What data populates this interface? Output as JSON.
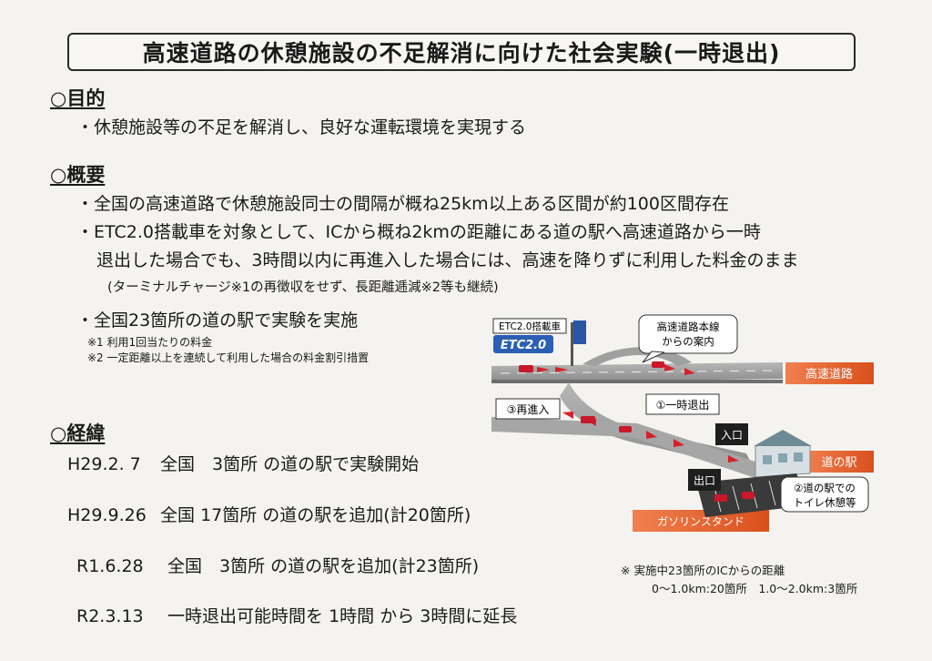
{
  "title": "高速道路の休憩施設の不足解消に向けた社会実験(一時退出)",
  "purpose": {
    "heading": "○目的",
    "bullet1": "・休憩施設等の不足を解消し、良好な運転環境を実現する"
  },
  "overview": {
    "heading": "○概要",
    "bullet1": "・全国の高速道路で休憩施設同士の間隔が概ね25km以上ある区間が約100区間存在",
    "bullet2_line1": "・ETC2.0搭載車を対象として、ICから概ね2kmの距離にある道の駅へ高速道路から一時",
    "bullet2_line2": "退出した場合でも、3時間以内に再進入した場合には、高速を降りずに利用した料金のまま",
    "bullet2_line3": "(ターミナルチャージ※1の再徴収をせず、長距離逓減※2等も継続)",
    "bullet3": "・全国23箇所の道の駅で実験を実施",
    "note1": "※1 利用1回当たりの料金",
    "note2": "※2 一定距離以上を連続して利用した場合の料金割引措置"
  },
  "history": {
    "heading": "○経緯",
    "rows": [
      {
        "date": "H29.2. 7",
        "text": "全国　3箇所 の道の駅で実験開始"
      },
      {
        "date": "H29.9.26",
        "text": "全国 17箇所 の道の駅を追加(計20箇所)"
      },
      {
        "date": "R1.6.28",
        "text": "全国　3箇所 の道の駅を追加(計23箇所)"
      },
      {
        "date": "R2.3.13",
        "text": "一時退出可能時間を 1時間 から 3時間に延長"
      }
    ]
  },
  "diagram": {
    "etc_label": "ETC2.0搭載車",
    "etc_badge": "ETC2.0",
    "guide_line1": "高速道路本線",
    "guide_line2": "からの案内",
    "expressway": "高速道路",
    "reentry": "③再進入",
    "exit_temp": "①一時退出",
    "entrance": "入口",
    "exit": "出口",
    "michinoeki": "道の駅",
    "rest_line1": "②道の駅での",
    "rest_line2": "トイレ休憩等",
    "gas_station": "ガソリンスタンド",
    "colors": {
      "orange": "#e8622c",
      "road": "#9a9a9a",
      "car": "#c8182a"
    }
  },
  "distance_note": {
    "line1": "※ 実施中23箇所のICからの距離",
    "line2": "0〜1.0km:20箇所　1.0〜2.0km:3箇所"
  }
}
